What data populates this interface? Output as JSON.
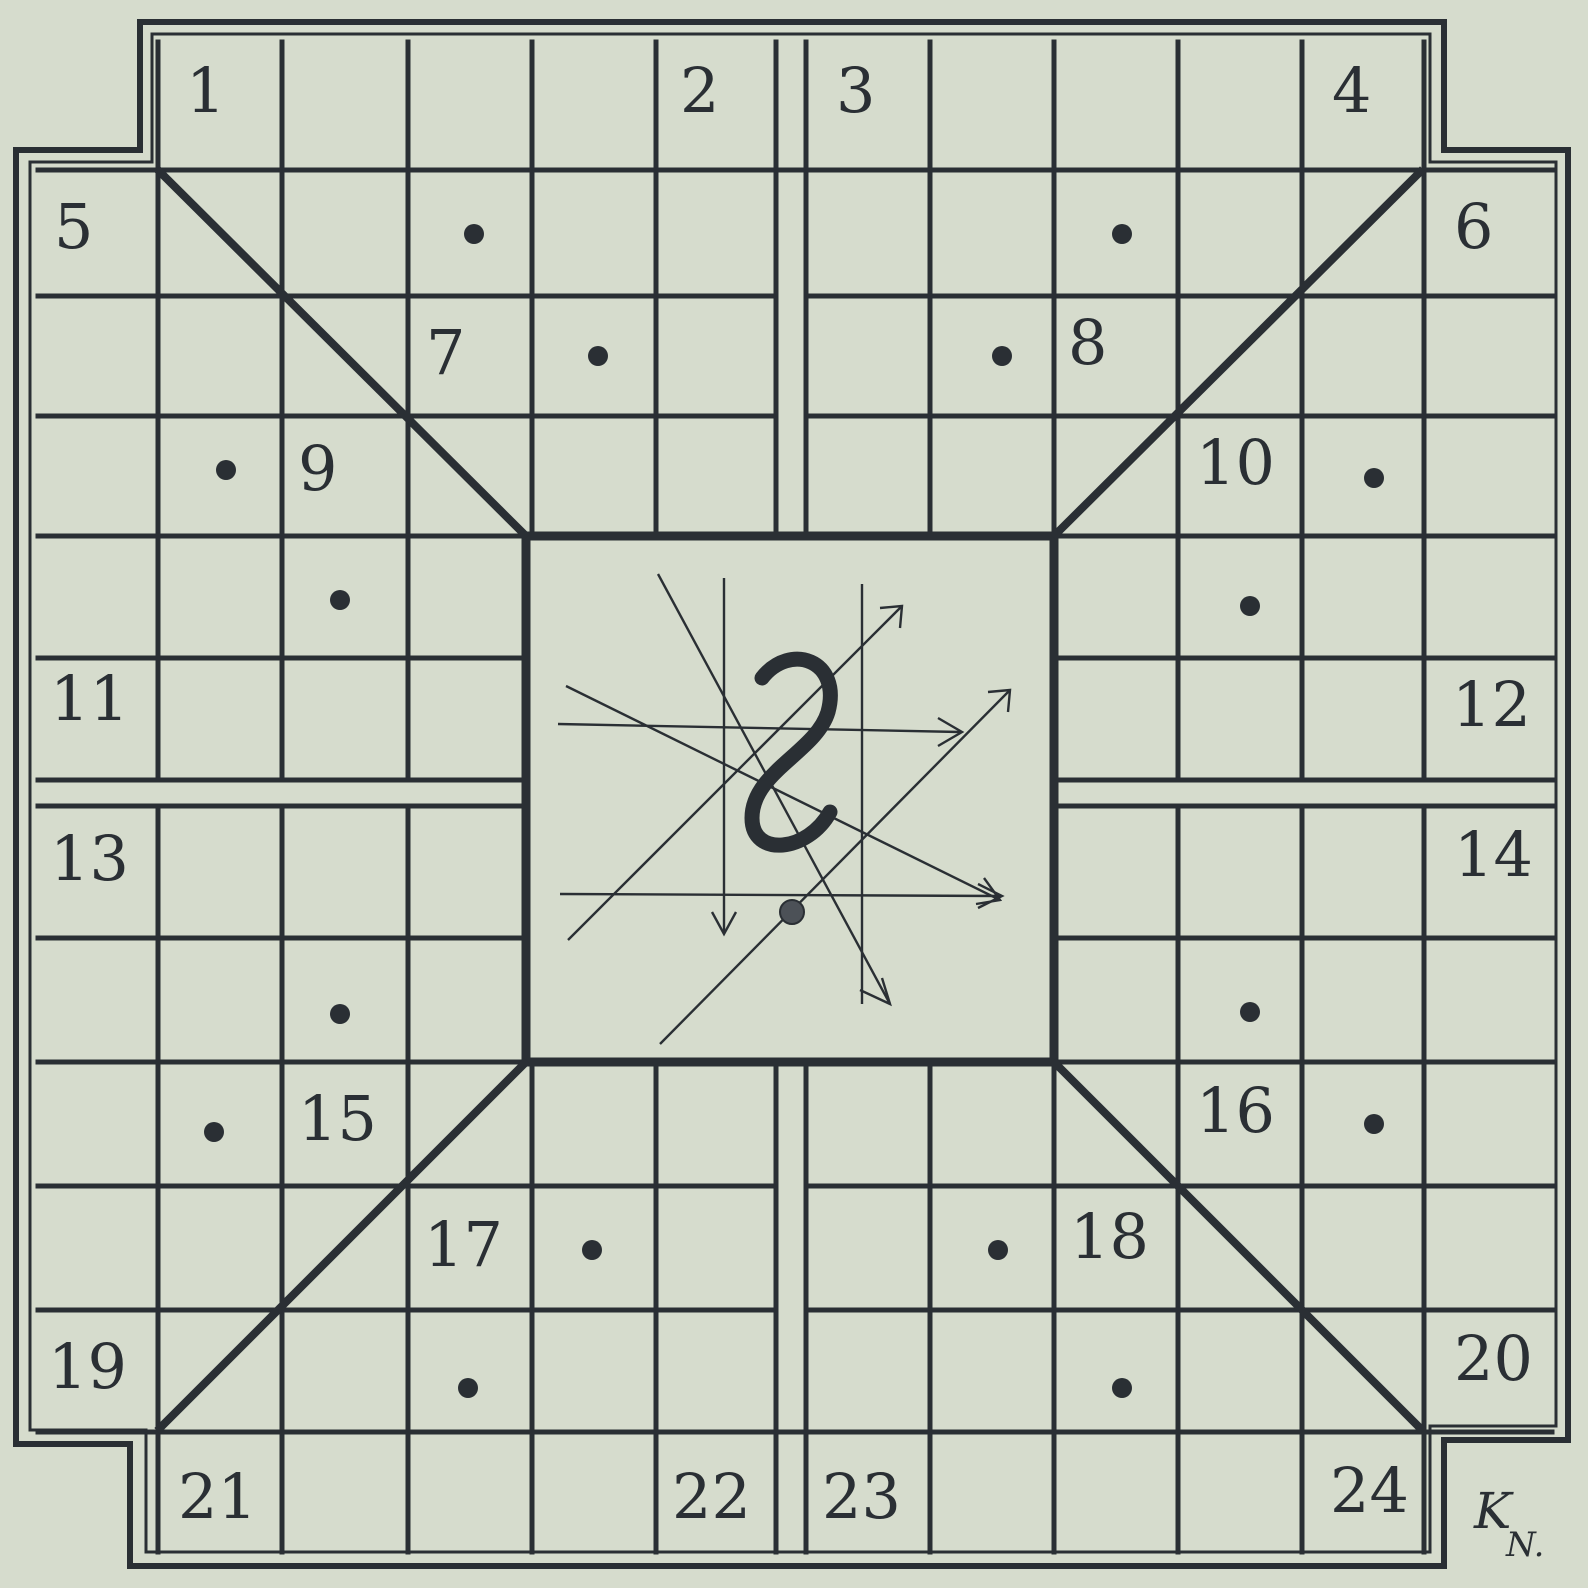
{
  "diagram": {
    "cell_numbers": [
      "1",
      "2",
      "3",
      "4",
      "5",
      "6",
      "7",
      "8",
      "9",
      "10",
      "11",
      "12",
      "13",
      "14",
      "15",
      "16",
      "17",
      "18",
      "19",
      "20",
      "21",
      "22",
      "23",
      "24"
    ],
    "center_symbol": "S-hook",
    "signature": {
      "main": "K",
      "sub": "N."
    },
    "colors": {
      "background": "#d6dccd",
      "ink": "#2a2f34"
    }
  }
}
